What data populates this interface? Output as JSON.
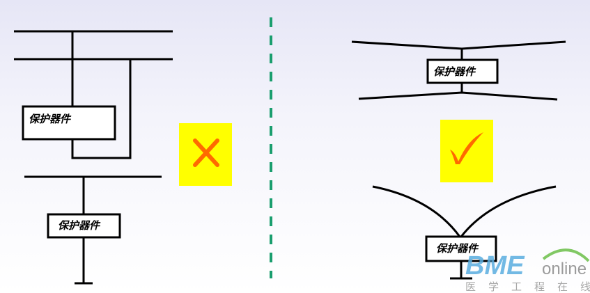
{
  "labels": {
    "device": "保护器件"
  },
  "marks": {
    "wrong": "✕",
    "right": "✓"
  },
  "logo": {
    "brand": "BME",
    "suffix": "online",
    "subtitle": "医学工程在线"
  },
  "colors": {
    "mark_bg": "#ffff00",
    "mark_fg": "#ff6a00",
    "divider": "#1a9e6e"
  }
}
